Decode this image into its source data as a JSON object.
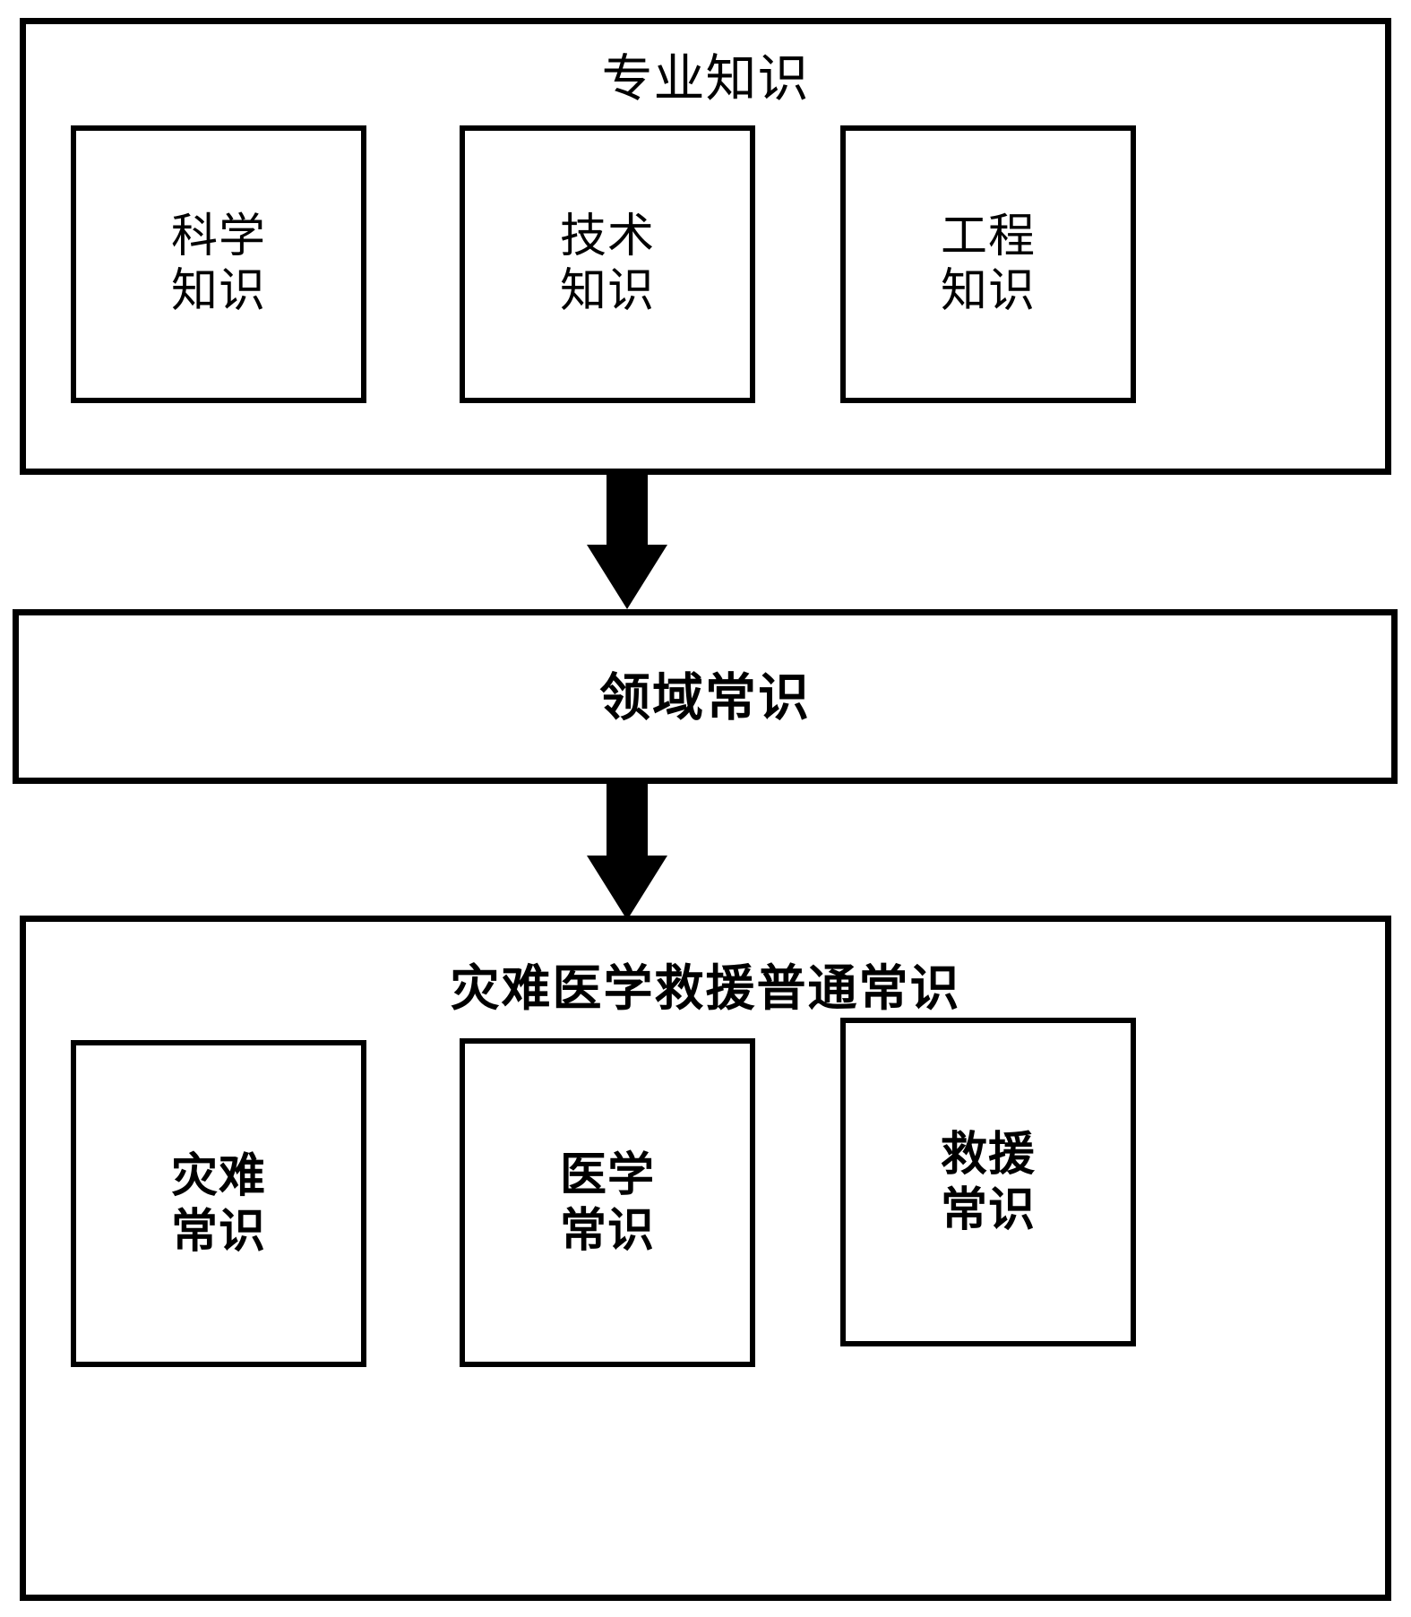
{
  "diagram": {
    "title_top": "专业知识",
    "title_middle": "领域常识",
    "title_bottom": "灾难医学救援普通常识",
    "top_group": {
      "label": "专业知识",
      "items": [
        {
          "label": "科学\n知识"
        },
        {
          "label": "技术\n知识"
        },
        {
          "label": "工程\n知识"
        }
      ]
    },
    "middle_group": {
      "label": "领域常识"
    },
    "bottom_group": {
      "label": "灾难医学救援普通常识",
      "items": [
        {
          "label": "灾难\n常识"
        },
        {
          "label": "医学\n常识"
        },
        {
          "label": "救援\n常识"
        }
      ]
    },
    "arrows": [
      {
        "name": "arrow-top-to-middle",
        "direction": "down"
      },
      {
        "name": "arrow-middle-to-bottom",
        "direction": "down"
      }
    ],
    "colors": {
      "stroke": "#000000",
      "fill": "#ffffff",
      "text": "#000000"
    }
  }
}
